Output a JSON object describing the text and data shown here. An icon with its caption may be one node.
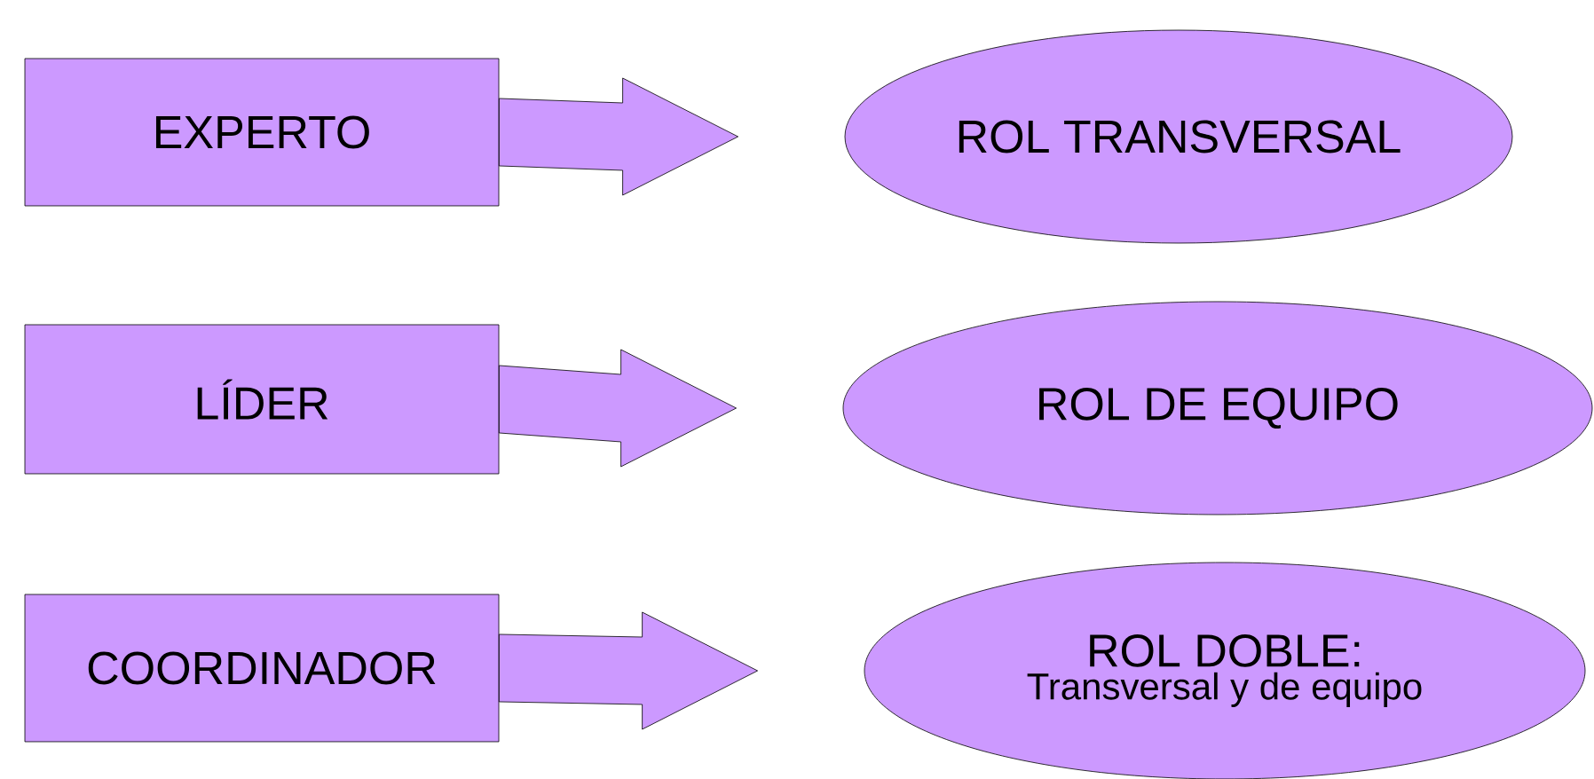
{
  "diagram": {
    "nodes": [
      {
        "text": [
          "EXPERTO"
        ]
      },
      {
        "text": [
          "LÍDER"
        ]
      },
      {
        "text": [
          "COORDINADOR"
        ]
      },
      {
        "text": [
          "ROL TRANSVERSAL"
        ]
      },
      {
        "text": [
          "ROL DE EQUIPO"
        ]
      },
      {
        "text": [
          "ROL DOBLE:",
          "Transversal y de equipo"
        ]
      }
    ],
    "edges": [
      {
        "from": 0,
        "to": 3,
        "arrow": "to"
      },
      {
        "from": 1,
        "to": 4,
        "arrow": "to"
      },
      {
        "from": 2,
        "to": 5,
        "arrow": "to"
      }
    ]
  }
}
